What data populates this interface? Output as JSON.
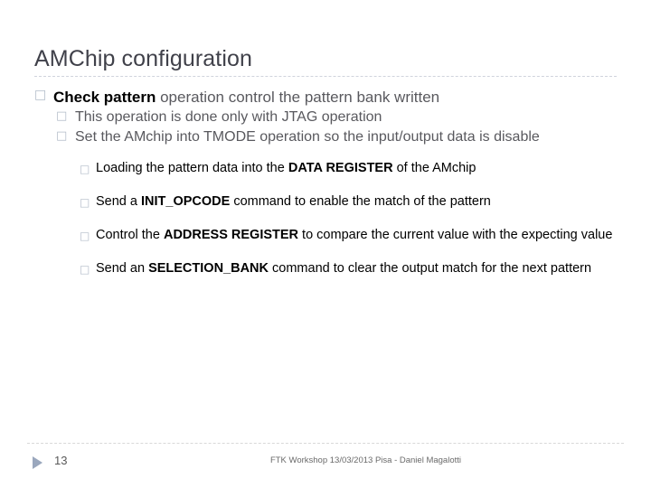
{
  "slide": {
    "title": "AMChip configuration",
    "bullet_glyph": "□",
    "colors": {
      "title": "#40414a",
      "level1_text": "#59595e",
      "level2_text": "#59595e",
      "level3_text": "#000000",
      "bullet_marker": "#b3bcc9",
      "footer_arrow": "#9aa7bd",
      "rule": "#cfd3dc"
    },
    "content": {
      "level1": {
        "strong": "Check pattern",
        "rest": " operation control the pattern bank written"
      },
      "level2": [
        {
          "text": "This operation is done only with JTAG operation",
          "justify": false
        },
        {
          "text": "Set the AMchip into TMODE operation so the input/output data is disable",
          "justify": true
        }
      ],
      "level3": [
        {
          "before": "Loading the pattern data into the ",
          "strong": "DATA REGISTER",
          "after": " of the AMchip",
          "justify": false
        },
        {
          "before": "Send a ",
          "strong": "INIT_OPCODE",
          "after": " command to enable the match of the pattern",
          "justify": false
        },
        {
          "before": "Control the ",
          "strong": "ADDRESS REGISTER",
          "after": " to compare the current value with the expecting value",
          "justify": false
        },
        {
          "before": "Send an ",
          "strong": "SELECTION_BANK",
          "after": " command to clear the output match for the next pattern",
          "justify": true
        }
      ]
    },
    "footer": {
      "page_number": "13",
      "note": "FTK Workshop 13/03/2013 Pisa - Daniel Magalotti",
      "arrow_icon": "play-triangle-icon"
    }
  }
}
